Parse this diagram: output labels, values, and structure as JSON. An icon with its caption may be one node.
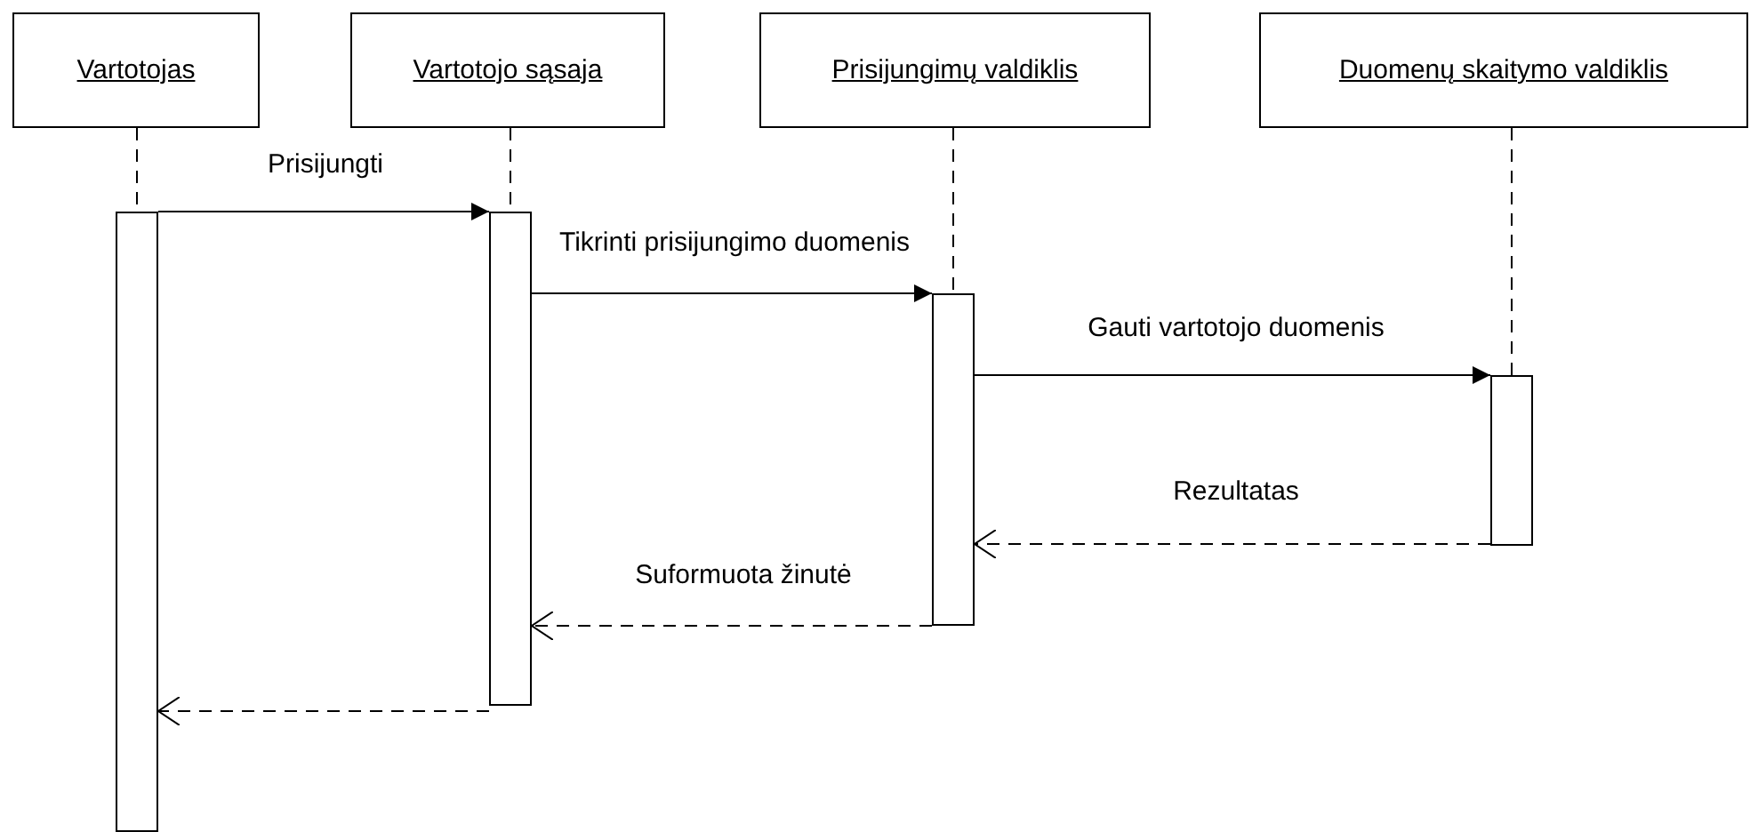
{
  "diagram": {
    "nodes": [
      {
        "text": [
          "Vartotojas"
        ]
      },
      {
        "text": [
          "Vartotojo sąsaja"
        ]
      },
      {
        "text": [
          "Prisijungimų valdiklis"
        ]
      },
      {
        "text": [
          "Duomenų skaitymo valdiklis"
        ]
      },
      {
        "text": [],
        "shape": "bar"
      },
      {
        "text": [],
        "shape": "bar"
      },
      {
        "text": [],
        "shape": "bar"
      },
      {
        "text": [],
        "shape": "bar"
      }
    ],
    "edges": [
      {
        "from": 0,
        "to": 4,
        "arrow": "none",
        "style": "dashed"
      },
      {
        "from": 1,
        "to": 5,
        "arrow": "none",
        "style": "dashed"
      },
      {
        "from": 2,
        "to": 6,
        "arrow": "none",
        "style": "dashed"
      },
      {
        "from": 3,
        "to": 7,
        "arrow": "none",
        "style": "dashed"
      },
      {
        "from": 4,
        "to": 5,
        "arrow": "to",
        "label": "Prisijungti"
      },
      {
        "from": 5,
        "to": 6,
        "arrow": "to",
        "label": "Tikrinti prisijungimo duomenis"
      },
      {
        "from": 6,
        "to": 7,
        "arrow": "to",
        "label": "Gauti vartotojo duomenis"
      },
      {
        "from": 7,
        "to": 6,
        "arrow": "to",
        "label": "Rezultatas",
        "style": "dashed"
      },
      {
        "from": 6,
        "to": 5,
        "arrow": "to",
        "label": "Suformuota žinutė",
        "style": "dashed"
      },
      {
        "from": 5,
        "to": 4,
        "arrow": "to",
        "style": "dashed"
      }
    ]
  }
}
